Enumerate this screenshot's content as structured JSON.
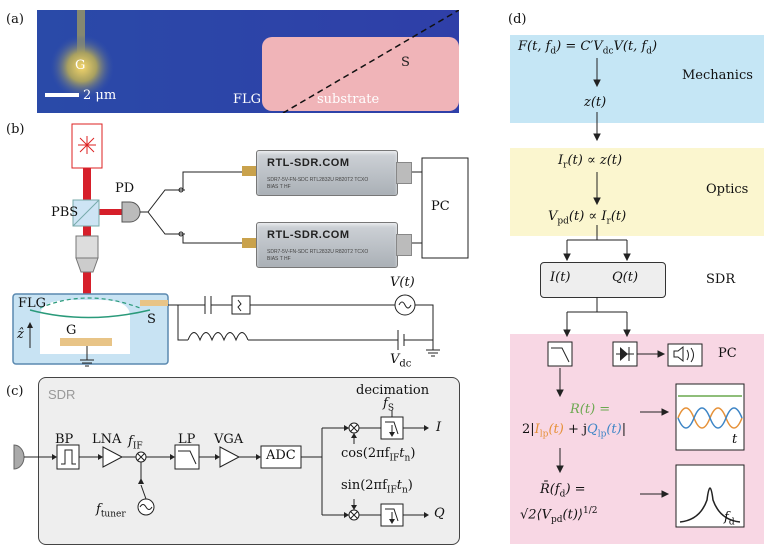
{
  "panel_labels": {
    "a": "(a)",
    "b": "(b)",
    "c": "(c)",
    "d": "(d)"
  },
  "a": {
    "gate": "G",
    "source": "S",
    "scale": "2 μm",
    "flg": "FLG",
    "substrate": "substrate"
  },
  "b": {
    "pbs": "PBS",
    "pd": "PD",
    "pc": "PC",
    "flg": "FLG",
    "g": "G",
    "s": "S",
    "z": "ẑ",
    "vt": "V(t)",
    "vdc": "V",
    "vdc_sub": "dc",
    "sdr1": {
      "brand": "RTL-SDR.COM",
      "fine": "SDR7-5V-FN-SDC RTL2832U R820T2 TCXO BIAS T HF"
    },
    "sdr2": {
      "brand": "RTL-SDR.COM",
      "fine": "SDR7-5V-FN-SDC RTL2832U R820T2 TCXO BIAS T HF"
    }
  },
  "c": {
    "title": "SDR",
    "bp": "BP",
    "lna": "LNA",
    "fif": "f",
    "fif_sub": "IF",
    "lp": "LP",
    "vga": "VGA",
    "adc": "ADC",
    "decimation": "decimation",
    "fs": "f",
    "fs_sub": "S",
    "i": "I",
    "q": "Q",
    "cos": "cos(2πf",
    "sin": "sin(2πf",
    "tn": "t",
    "tn_sub": "n",
    "ftuner": "f",
    "ftuner_sub": "tuner"
  },
  "d": {
    "eq1": "F(t, f",
    "eq1_sub": "d",
    "eq1b": ") = C′V",
    "eq1_sub2": "dc",
    "eq1c": "V(t, f",
    "eq1d": ")",
    "mechanics": "Mechanics",
    "zt": "z(t)",
    "ir": "I",
    "ir_sub": "r",
    "ir_rest": "(t) ∝ z(t)",
    "optics": "Optics",
    "vpd": "V",
    "vpd_sub": "pd",
    "vpd_rest": "(t) ∝ I",
    "vpd_sub2": "r",
    "vpd_rest2": "(t)",
    "it": "I(t)",
    "qt": "Q(t)",
    "sdr": "SDR",
    "pc": "PC",
    "rt": "R(t) =",
    "rt2a": "2|",
    "ilp": "I",
    "ilp_sub": "lp",
    "ilp_t": "(t)",
    "plusj": " + j",
    "qlp": "Q",
    "qlp_sub": "lp",
    "qlp_t": "(t)",
    "rt2b": "|",
    "rbar": "R̄(f",
    "rbar_sub": "d",
    "rbar2": ") =",
    "sqrt": "√2⟨V",
    "sqrt_sub": "pd",
    "sqrt2": "(t)⟩",
    "t_axis": "t",
    "fd_axis": "f",
    "fd_sub": "d"
  },
  "colors": {
    "mechanics": "#c5e6f5",
    "optics": "#fbf6cf",
    "pc_bg": "#f8d7e4",
    "sdr_box": "#eeeeee",
    "rt": "#6aa84f",
    "ilp": "#e69138",
    "qlp": "#3d85c6"
  }
}
